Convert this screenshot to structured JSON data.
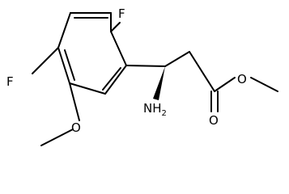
{
  "molecule": {
    "atom_labels": {
      "f_top": "F",
      "f_left": "F",
      "o_methoxy": "O",
      "o_ester": "O",
      "o_carbonyl": "O",
      "nh2_main": "NH",
      "nh2_sub": "2"
    }
  }
}
